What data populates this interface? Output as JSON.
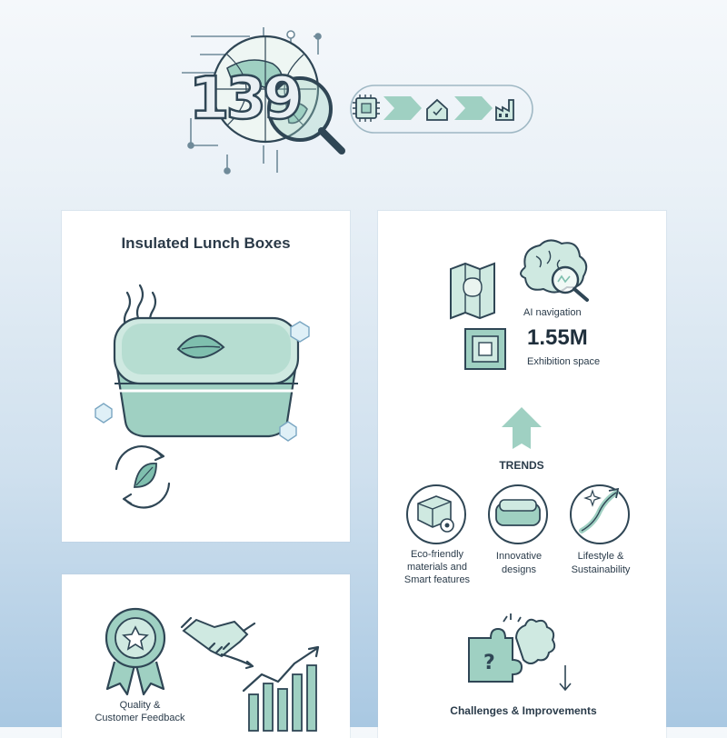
{
  "header": {
    "number": "139"
  },
  "card_lunch": {
    "title": "Insulated Lunch Boxes"
  },
  "card_quality": {
    "label_line1": "Quality &",
    "label_line2": "Customer Feedback"
  },
  "card_stats": {
    "ai_label": "AI navigation",
    "stat_value": "1.55M",
    "stat_label": "Exhibition space",
    "trends_label": "TRENDS",
    "trends": [
      {
        "line1": "Eco-friendly",
        "line2": "materials and",
        "line3": "Smart features"
      },
      {
        "line1": "Innovative",
        "line2": "designs"
      },
      {
        "line1": "Lifestyle &",
        "line2": "Sustainability"
      }
    ],
    "challenges_label": "Challenges & Improvements"
  },
  "colors": {
    "mint": "#9fd0c2",
    "mint_light": "#cfe9e1",
    "ink": "#2f4655",
    "accent_teal": "#7fbfae"
  }
}
